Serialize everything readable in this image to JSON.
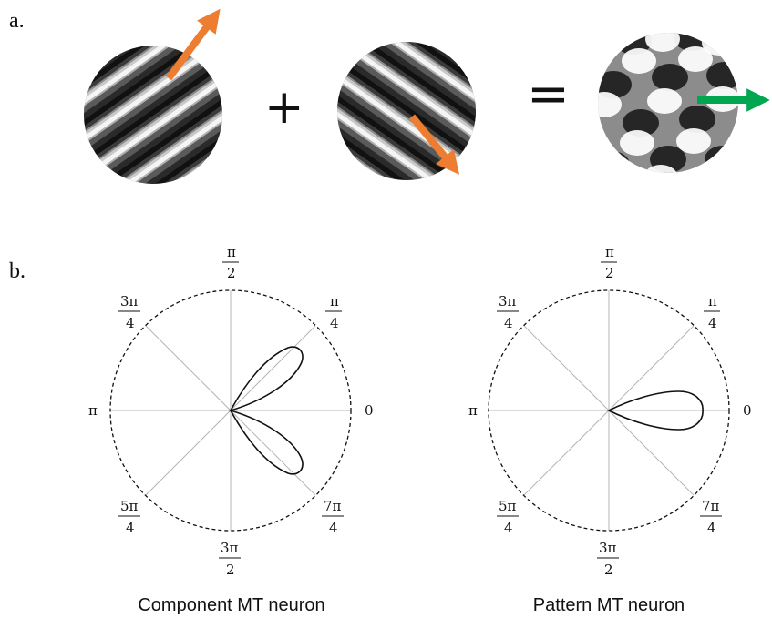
{
  "panel_a": {
    "label": "a.",
    "plus_symbol": "+",
    "equals_symbol": "=",
    "arrow_colors": {
      "component": "#ed7d31",
      "pattern": "#00a650"
    }
  },
  "panel_b": {
    "label": "b.",
    "angle_labels": {
      "zero": "0",
      "pi_over_4_num": "π",
      "pi_over_4_den": "4",
      "pi_over_2_num": "π",
      "pi_over_2_den": "2",
      "three_pi_over_4_num": "3π",
      "three_pi_over_4_den": "4",
      "pi": "π",
      "five_pi_over_4_num": "5π",
      "five_pi_over_4_den": "4",
      "three_pi_over_2_num": "3π",
      "three_pi_over_2_den": "2",
      "seven_pi_over_4_num": "7π",
      "seven_pi_over_4_den": "4"
    },
    "plots": [
      {
        "caption": "Component MT neuron",
        "lobe_angles_rad": [
          0.785,
          -0.785
        ]
      },
      {
        "caption": "Pattern MT neuron",
        "lobe_angles_rad": [
          0
        ]
      }
    ]
  }
}
